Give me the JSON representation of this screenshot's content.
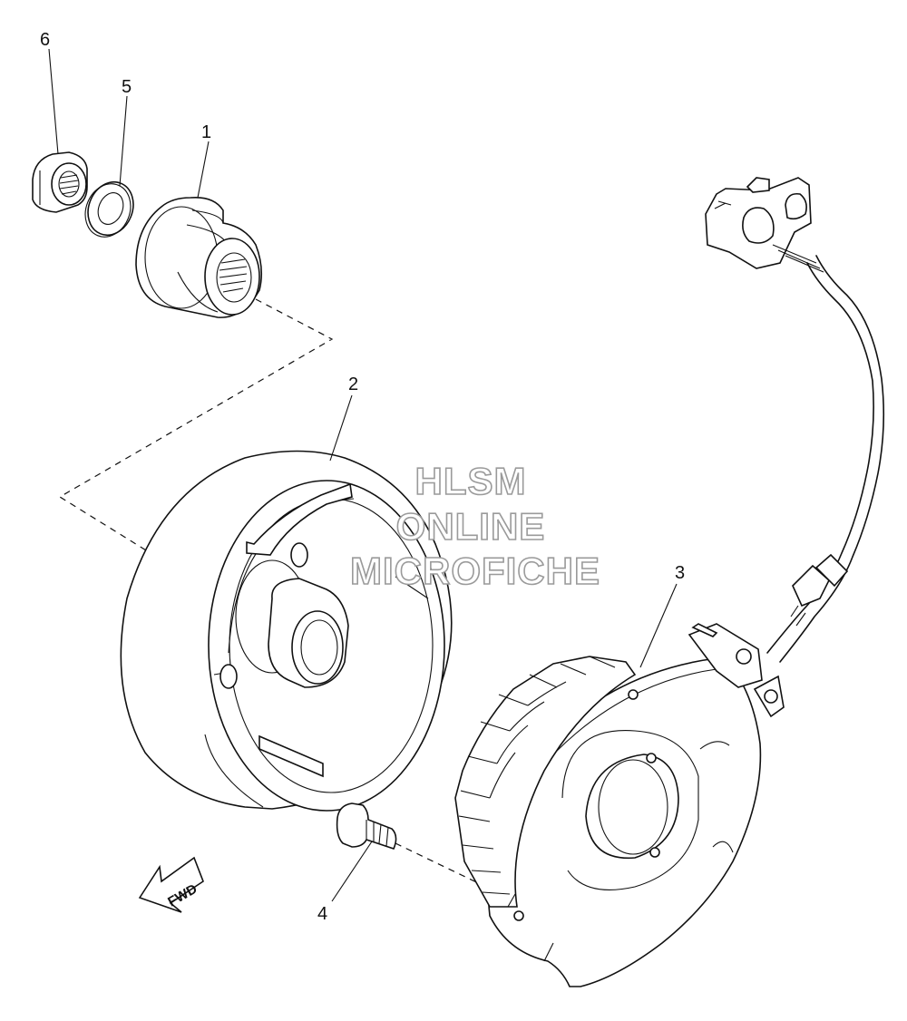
{
  "callouts": [
    {
      "id": "6",
      "text": "6"
    },
    {
      "id": "5",
      "text": "5"
    },
    {
      "id": "1",
      "text": "1"
    },
    {
      "id": "2",
      "text": "2"
    },
    {
      "id": "3",
      "text": "3"
    },
    {
      "id": "4",
      "text": "4"
    }
  ],
  "watermark": {
    "line1": "HLSM",
    "line2": "ONLINE",
    "line3": "MICROFICHE"
  },
  "fwd_label": "FWD"
}
